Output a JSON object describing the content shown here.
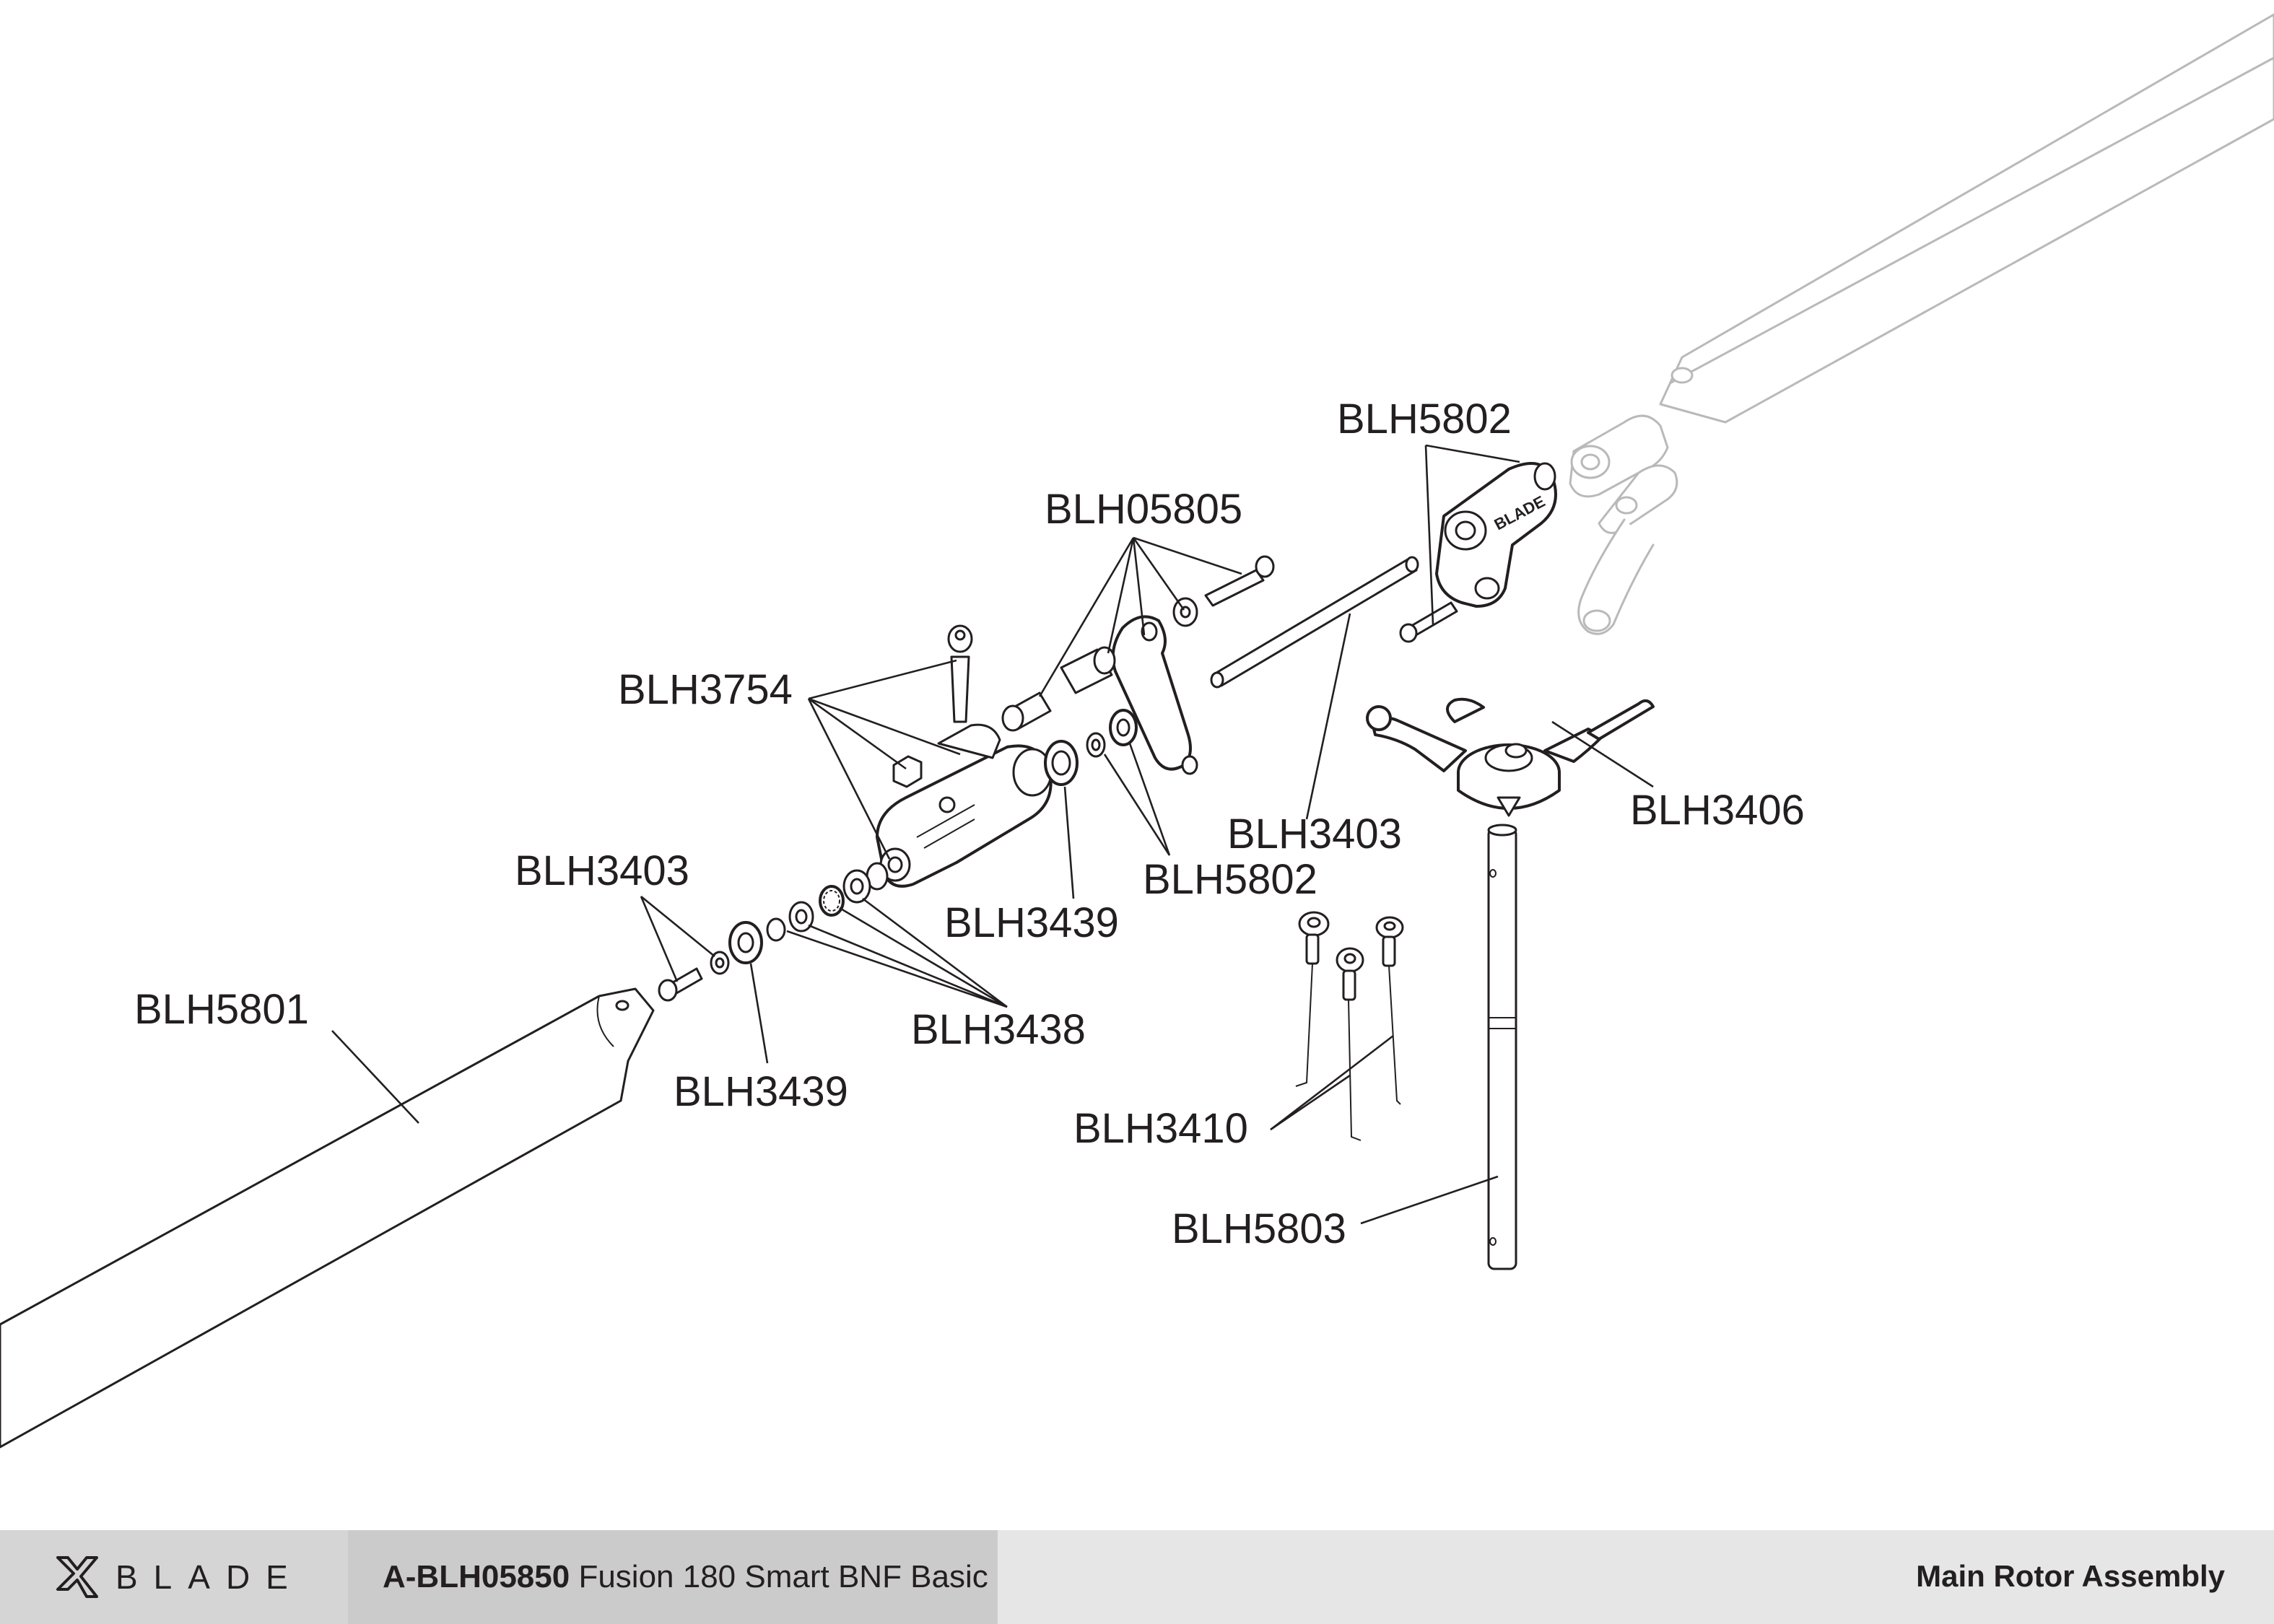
{
  "diagram": {
    "part_labels": {
      "blh5802_top": "BLH5802",
      "blh05805": "BLH05805",
      "blh3754": "BLH3754",
      "blh3403_shaft": "BLH3403",
      "blh3406": "BLH3406",
      "blh3403_left": "BLH3403",
      "blh3439_mid": "BLH3439",
      "blh5802_mid": "BLH5802",
      "blh5801": "BLH5801",
      "blh3438": "BLH3438",
      "blh3439_low": "BLH3439",
      "blh3410": "BLH3410",
      "blh5803": "BLH5803"
    }
  },
  "footer": {
    "brand": "BLADE",
    "brand_logo_icon": "blade-x-logo-icon",
    "model_code": "A-BLH05850",
    "model_name": " Fusion 180 Smart BNF Basic",
    "assembly_title": "Main Rotor Assembly"
  },
  "colors": {
    "ink": "#231f20",
    "ghost_part": "#b9b9b9",
    "footer_bg": "#e6e6e7",
    "brand_bg": "#d5d5d6",
    "model_bg": "#cbcbcc"
  }
}
